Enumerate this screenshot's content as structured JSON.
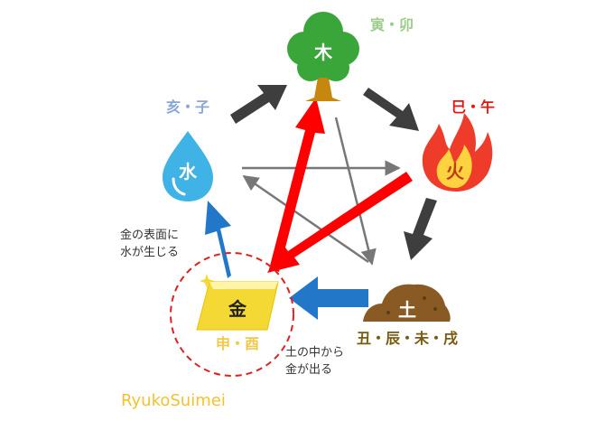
{
  "elements": {
    "wood": {
      "glyph": "木",
      "branches": "寅・卯"
    },
    "fire": {
      "glyph": "火",
      "branches": "巳・午"
    },
    "earth": {
      "glyph": "土",
      "branches": "丑・辰・未・戌"
    },
    "metal": {
      "glyph": "金",
      "branches": "申・酉"
    },
    "water": {
      "glyph": "水",
      "branches": "亥・子"
    }
  },
  "notes": {
    "water_from_metal": [
      "金の表面に",
      "水が生じる"
    ],
    "metal_from_earth": [
      "土の中から",
      "金が出る"
    ]
  },
  "brand": "RyukoSuimei",
  "colors": {
    "wood": "#3aa63a",
    "wood_label": "#9ccc8a",
    "fire": "#ee3b2a",
    "fire_label": "#e8150f",
    "earth": "#8a5a24",
    "earth_label": "#7a5a12",
    "metal": "#f4d935",
    "metal_label": "#f2c84b",
    "water": "#3fb3e6",
    "water_label": "#8aa6d6",
    "generating_arrow": "#3e3e3e",
    "highlight_arrow": "#2277c9",
    "controlling_arrow": "#777777",
    "controlling_highlight": "#ff0000",
    "ring": "#e02020"
  }
}
